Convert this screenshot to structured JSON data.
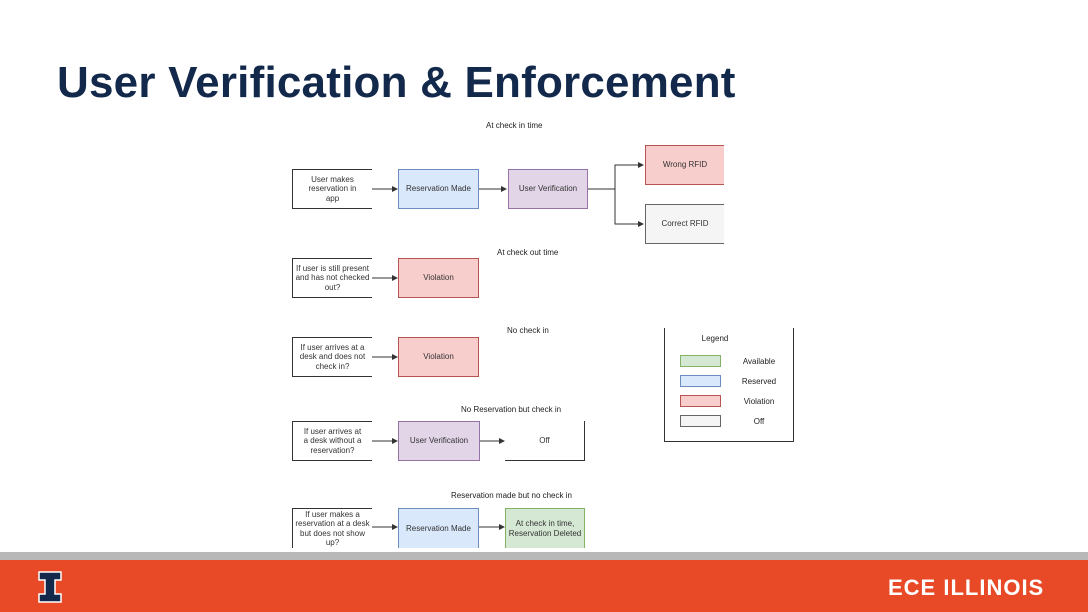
{
  "slide": {
    "title": "User Verification & Enforcement",
    "brand": "ECE ILLINOIS"
  },
  "diagram": {
    "sections": {
      "checkin": "At check in time",
      "checkout": "At check out time",
      "nocheckin": "No check in",
      "noreservation": "No Reservation but check in",
      "noshow": "Reservation made but no check in"
    },
    "nodes": {
      "user_makes": "User makes reservation in app",
      "res_made_1": "Reservation Made",
      "user_verif_1": "User Verification",
      "wrong_rfid": "Wrong RFID",
      "correct_rfid": "Correct RFID",
      "still_present": "If user is still present and has not checked out?",
      "violation_1": "Violation",
      "arrives_no_checkin": "If user arrives at a desk and does not check in?",
      "violation_2": "Violation",
      "arrives_no_res": "If user arrives at a desk without a reservation?",
      "user_verif_2": "User Verification",
      "off": "Off",
      "no_show": "If user makes a reservation at a desk but does not show up?",
      "res_made_2": "Reservation Made",
      "deleted": "At check in time, Reservation Deleted"
    },
    "legend": {
      "title": "Legend",
      "items": [
        {
          "label": "Available",
          "color": "#d5e8d4"
        },
        {
          "label": "Reserved",
          "color": "#dae8fc"
        },
        {
          "label": "Violation",
          "color": "#f8cecc"
        },
        {
          "label": "Off",
          "color": "#f5f5f5"
        }
      ]
    }
  },
  "colors": {
    "title": "#13294B",
    "footer": "#E84A27",
    "strip": "#b8b8b8"
  }
}
